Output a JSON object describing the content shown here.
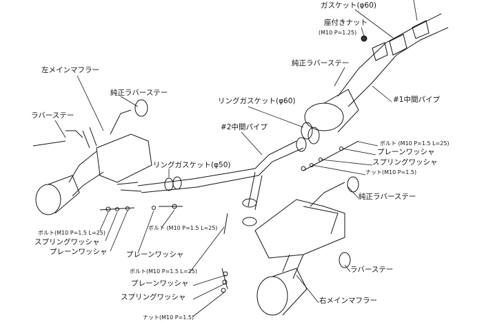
{
  "labels": {
    "gasket60": "ガスケット(φ60)",
    "seat_nut": "座付きナット",
    "seat_nut_spec": "(M10 P=1.25)",
    "oem_stay_top": "純正ラバーステー",
    "pipe1": "#1中間パイプ",
    "left_muffler": "左メインマフラー",
    "oem_stay_left": "純正ラバーステー",
    "stay_left": "ラバーステー",
    "ring_gasket60": "リングガスケット(φ60)",
    "pipe2": "#2中間パイプ",
    "ring_gasket50": "リングガスケット(φ50)",
    "right_bolt": "ボルト (M10 P=1.5 L=25)",
    "right_plain": "プレーンワッシャ",
    "right_spring": "スプリングワッシャ",
    "right_nut": "ナット(M10 P=1.5)",
    "oem_stay_right": "純正ラバーステー",
    "left_bolt": "ボルト(M10 P=1.5 L=25)",
    "left_spring": "スプリングワッシャ",
    "left_plain": "プレーンワッシャ",
    "mid_bolt": "ボルト (M10 P=1.5 L=25)",
    "mid_plain": "プレーンワッシャ",
    "low_bolt": "ボルト(M10 P=1.5 L=25)",
    "low_plain": "プレーンワッシャ",
    "low_spring": "スプリングワッシャ",
    "low_nut": "ナット(M10 P=1.5)",
    "stay_right": "ラバーステー",
    "right_muffler": "右メインマフラー"
  }
}
